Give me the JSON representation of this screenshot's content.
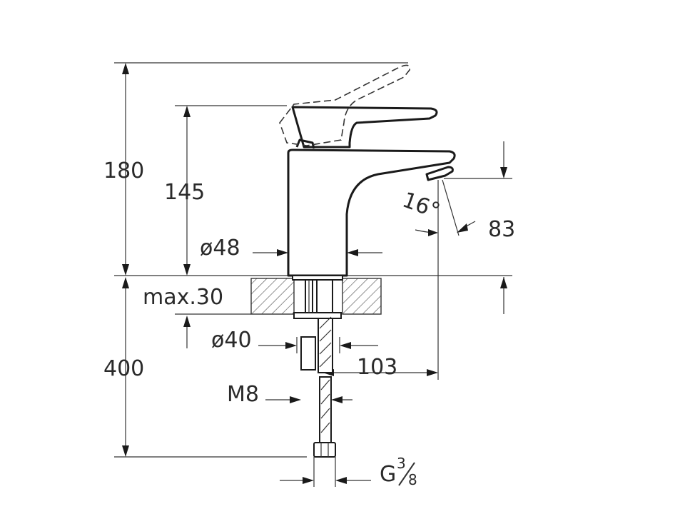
{
  "dimensions": {
    "total_height": "180",
    "spout_height": "145",
    "body_diameter": "ø48",
    "spout_angle": "16°",
    "spout_reach": "83",
    "max_counter_thickness": "max.30",
    "hole_diameter": "ø40",
    "tail_reach": "103",
    "under_counter_length": "400",
    "rod_thread": "M8",
    "connection_thread": "G",
    "connection_fraction_num": "3",
    "connection_fraction_den": "8"
  },
  "colors": {
    "line": "#1a1a1a",
    "hatch": "#333333",
    "background": "#ffffff"
  }
}
